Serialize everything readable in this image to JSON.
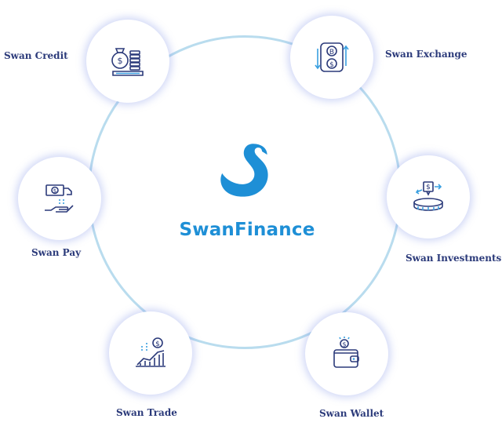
{
  "brand": {
    "name": "SwanFinance",
    "logo_icon": "swan-icon",
    "color": "#1e8fd6"
  },
  "ring_color": "#b9dcee",
  "icon_color": "#2b3a7a",
  "accent_color": "#3aa0e0",
  "nodes": [
    {
      "label": "Swan Credit",
      "icon": "money-bag-coins-icon"
    },
    {
      "label": "Swan Exchange",
      "icon": "currency-exchange-icon"
    },
    {
      "label": "Swan Investments",
      "icon": "investment-coin-stack-icon"
    },
    {
      "label": "Swan Wallet",
      "icon": "wallet-icon"
    },
    {
      "label": "Swan Trade",
      "icon": "trade-growth-chart-icon"
    },
    {
      "label": "Swan Pay",
      "icon": "hand-pay-icon"
    }
  ]
}
